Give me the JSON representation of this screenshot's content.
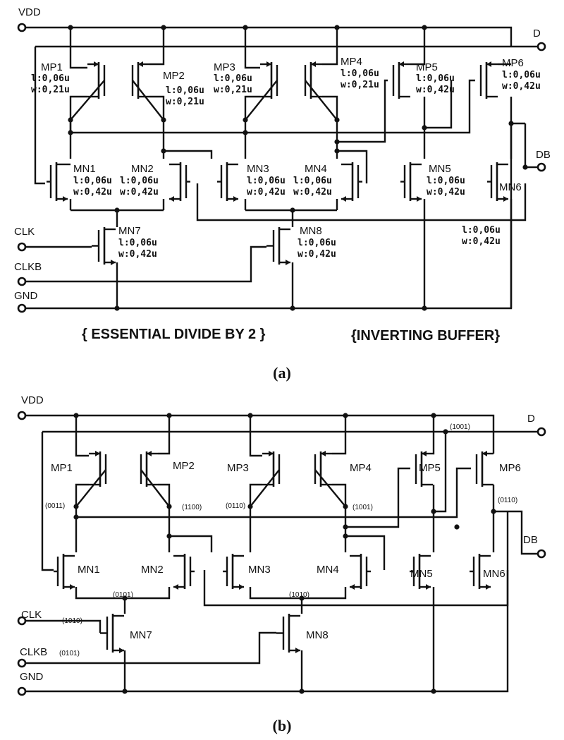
{
  "panel_a": {
    "ports": {
      "vdd": "VDD",
      "d": "D",
      "db": "DB",
      "clk": "CLK",
      "clkb": "CLKB",
      "gnd": "GND"
    },
    "transistors": [
      {
        "id": "mp1",
        "label": "MP1",
        "l": "l:0,06u",
        "w": "w:0,21u"
      },
      {
        "id": "mp2",
        "label": "MP2",
        "l": "l:0,06u",
        "w": "w:0,21u"
      },
      {
        "id": "mp3",
        "label": "MP3",
        "l": "l:0,06u",
        "w": "w:0,21u"
      },
      {
        "id": "mp4",
        "label": "MP4",
        "l": "l:0,06u",
        "w": "w:0,21u"
      },
      {
        "id": "mp5",
        "label": "MP5",
        "l": "l:0,06u",
        "w": "w:0,42u"
      },
      {
        "id": "mp6",
        "label": "MP6",
        "l": "l:0,06u",
        "w": "w:0,42u"
      },
      {
        "id": "mn1",
        "label": "MN1",
        "l": "l:0,06u",
        "w": "w:0,42u"
      },
      {
        "id": "mn2",
        "label": "MN2",
        "l": "l:0,06u",
        "w": "w:0,42u"
      },
      {
        "id": "mn3",
        "label": "MN3",
        "l": "l:0,06u",
        "w": "w:0,42u"
      },
      {
        "id": "mn4",
        "label": "MN4",
        "l": "l:0,06u",
        "w": "w:0,42u"
      },
      {
        "id": "mn5",
        "label": "MN5",
        "l": "l:0,06u",
        "w": "w:0,42u"
      },
      {
        "id": "mn6",
        "label": "MN6",
        "l": "l:0,06u",
        "w": "w:0,42u"
      },
      {
        "id": "mn7",
        "label": "MN7",
        "l": "l:0,06u",
        "w": "w:0,42u"
      },
      {
        "id": "mn8",
        "label": "MN8",
        "l": "l:0,06u",
        "w": "w:0,42u"
      }
    ],
    "section_titles": {
      "divider": "{ ESSENTIAL DIVIDE BY 2 }",
      "buffer": "{INVERTING BUFFER}"
    },
    "caption": "(a)"
  },
  "panel_b": {
    "ports": {
      "vdd": "VDD",
      "d": "D",
      "db": "DB",
      "clk": "CLK",
      "clkb": "CLKB",
      "gnd": "GND"
    },
    "transistor_labels": [
      "MP1",
      "MP2",
      "MP3",
      "MP4",
      "MP5",
      "MP6",
      "MN1",
      "MN2",
      "MN3",
      "MN4",
      "MN5",
      "MN6",
      "MN7",
      "MN8"
    ],
    "node_states": {
      "n1": "(0011)",
      "n2": "(1100)",
      "n3": "(0110)",
      "n4": "(1001)",
      "n5": "(0101)",
      "n6": "(1010)",
      "d": "(1001)",
      "db": "(0110)",
      "clk": "(1010)",
      "clkb": "(0101)"
    },
    "caption": "(b)"
  }
}
